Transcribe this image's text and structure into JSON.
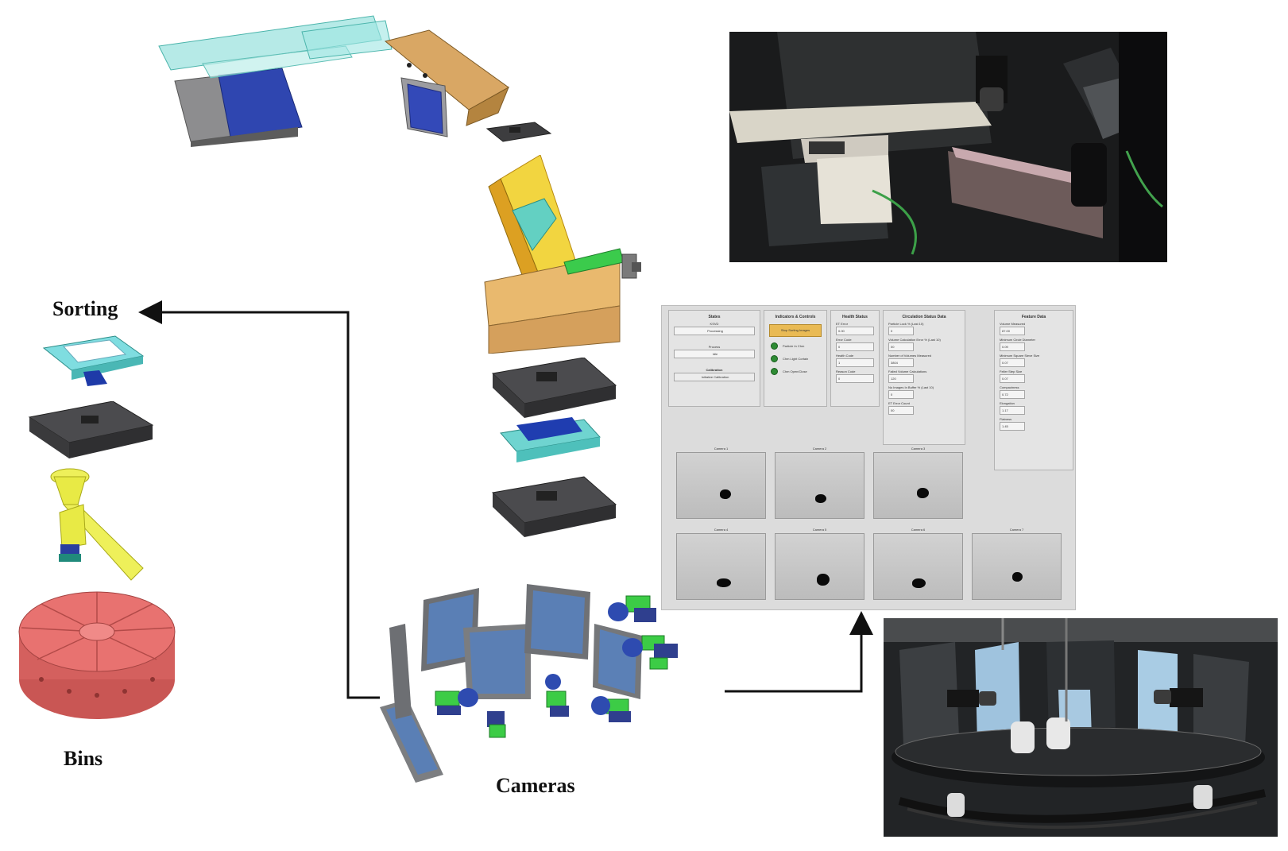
{
  "labels": {
    "sorting": "Sorting",
    "bins": "Bins",
    "cameras": "Cameras"
  },
  "software": {
    "states": {
      "title": "States",
      "fields": [
        {
          "label": "KSVD",
          "value": "Processing"
        },
        {
          "label": "Process",
          "value": "Idle"
        },
        {
          "label": "Calibration",
          "value": "Initialize Calibration"
        }
      ]
    },
    "indicators": {
      "title": "Indicators & Controls",
      "button": "Stop Sorting Images",
      "leds": [
        "Particle In Chm",
        "Chm Light Cortain",
        "Chm Open/Close"
      ]
    },
    "health": {
      "title": "Health Status",
      "fields": [
        {
          "label": "ET Error",
          "value": "0.00"
        },
        {
          "label": "Error Code",
          "value": "0"
        },
        {
          "label": "Health Code",
          "value": "1"
        },
        {
          "label": "Reason Code",
          "value": "0"
        }
      ]
    },
    "circulation": {
      "title": "Circulation Status Data",
      "fields": [
        {
          "label": "Particle Lock % (Last 10)",
          "value": "0"
        },
        {
          "label": "Volume Calculation Error % (Last 10)",
          "value": "00"
        },
        {
          "label": "Number of Volumes Measured",
          "value": "3804"
        },
        {
          "label": "Failed Volume Calculations",
          "value": "120"
        },
        {
          "label": "No Images In Buffer % (Last 10)",
          "value": "0"
        },
        {
          "label": "ET Error Count",
          "value": "00"
        }
      ]
    },
    "feature": {
      "title": "Feature Data",
      "fields": [
        {
          "label": "Volume Measured",
          "value": "87.00"
        },
        {
          "label": "Minimum Circle Diameter",
          "value": "0.09"
        },
        {
          "label": "Minimum Square Sieve Size",
          "value": "0.07"
        },
        {
          "label": "Feller Step Size",
          "value": "0.07"
        },
        {
          "label": "Compactness",
          "value": "0.72"
        },
        {
          "label": "Elongation",
          "value": "1.17"
        },
        {
          "label": "Flatness",
          "value": "1.45"
        }
      ]
    },
    "cameras": [
      "Camera 1",
      "Camera 2",
      "Camera 3",
      "Camera 4",
      "Camera 5",
      "Camera 6",
      "Camera 7"
    ]
  },
  "colors": {
    "bin": "#e87270",
    "funnel": "#eef05a",
    "chute": "#f4d63c",
    "base_tan": "#e9b96e",
    "sorter_cyan": "#7fdde0",
    "panel_blue": "#2944a8",
    "steel": "#5b5b5e",
    "camera_green": "#3ccc46",
    "display_pane": "#5a7fb5",
    "button_orange": "#e9ba54"
  }
}
